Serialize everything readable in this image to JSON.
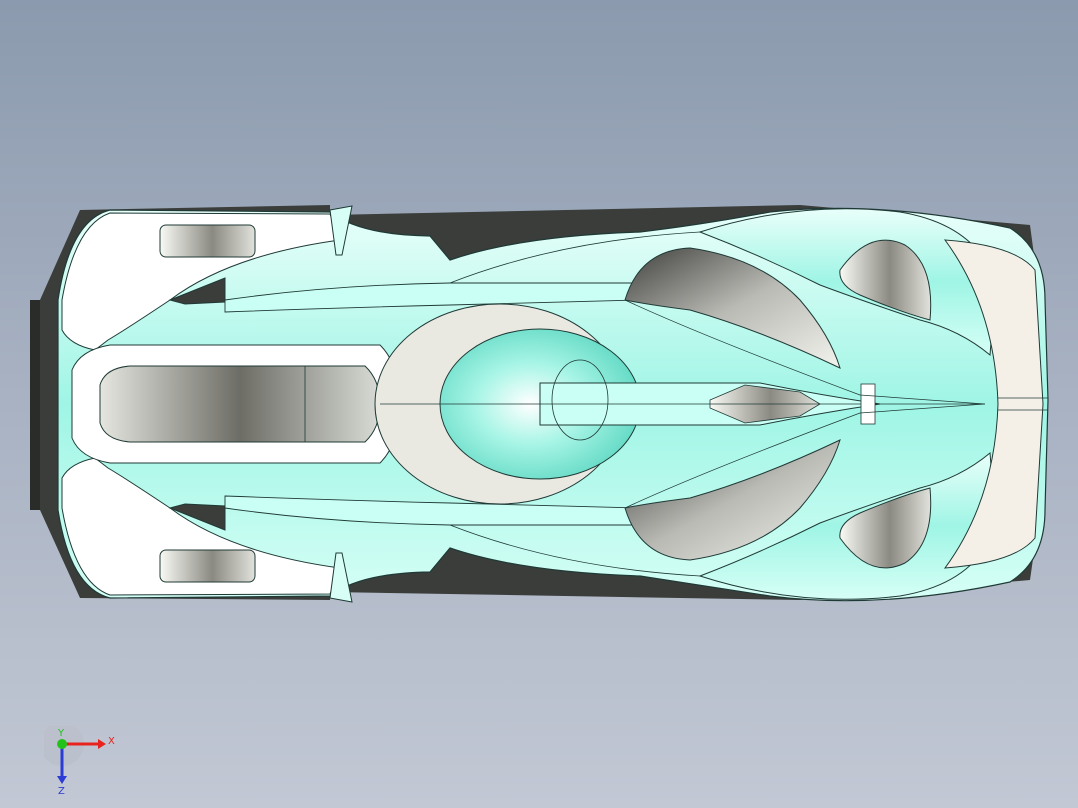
{
  "viewport": {
    "background_top": "#8b9aae",
    "background_bottom": "#c2c8d4"
  },
  "model": {
    "colors": {
      "body": "#9ff5e5",
      "body_light": "#e9fffa",
      "white_panel": "#ffffff",
      "floor": "#3a3d3a",
      "shadow": "#7c8480",
      "edge": "#1f3a36",
      "rear_panel": "#f4f0e8"
    }
  },
  "triad": {
    "x_label": "X",
    "y_label": "Y",
    "z_label": "Z",
    "x_color": "#e8231e",
    "y_color": "#22c21b",
    "z_color": "#2a3bd6"
  }
}
